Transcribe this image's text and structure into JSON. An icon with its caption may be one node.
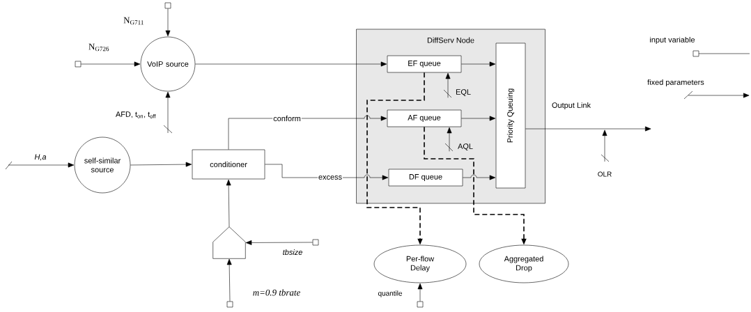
{
  "diagram": {
    "nodes": [
      {
        "text": [
          "VoIP source"
        ]
      },
      {
        "text": [
          "DiffServ Node"
        ]
      },
      {
        "text": [
          "EF queue"
        ],
        "in": 1
      },
      {
        "text": [
          "AF queue"
        ],
        "in": 1
      },
      {
        "text": [
          "DF queue"
        ],
        "in": 1
      },
      {
        "text": [
          "Priority Queuing"
        ],
        "in": 1
      },
      {
        "text": [
          "self-similar source"
        ]
      },
      {
        "text": [
          "conditioner"
        ]
      },
      {
        "text": [],
        "shape": "pentagon"
      },
      {
        "text": [
          "Per-flow Delay"
        ]
      },
      {
        "text": [
          "Aggregated Drop"
        ]
      },
      {
        "text": [],
        "shape": "box"
      },
      {
        "text": [],
        "shape": "box",
        "beside": [
          "N$_{G726}$"
        ]
      },
      {
        "text": [],
        "shape": "box",
        "beside": [
          "tbsize"
        ]
      },
      {
        "text": [],
        "shape": "box",
        "beside": [
          "m=0.9 tbrate"
        ]
      },
      {
        "text": [],
        "shape": "box"
      }
    ],
    "edges": [
      {
        "from": 11,
        "to": 0,
        "arrow": "to"
      },
      {
        "from": 12,
        "to": 0,
        "arrow": "to"
      },
      {
        "from": null,
        "to": 0,
        "arrow": "to",
        "label": "AFD, t$_{on}$, t$_{off}$"
      },
      {
        "from": 0,
        "to": 2,
        "arrow": "to"
      },
      {
        "from": null,
        "to": 6,
        "arrow": "to",
        "label": "H,a"
      },
      {
        "from": 6,
        "to": 7,
        "arrow": "to"
      },
      {
        "from": 7,
        "to": 3,
        "arrow": "to",
        "label": "conform"
      },
      {
        "from": 7,
        "to": 4,
        "arrow": "to",
        "label": "excess"
      },
      {
        "from": 8,
        "to": 7,
        "arrow": "to"
      },
      {
        "from": 13,
        "to": 8,
        "arrow": "to"
      },
      {
        "from": 14,
        "to": 8,
        "arrow": "to"
      },
      {
        "from": null,
        "to": 2,
        "arrow": "to",
        "label": "EQL"
      },
      {
        "from": null,
        "to": 3,
        "arrow": "to",
        "label": "AQL"
      },
      {
        "from": 2,
        "to": 5,
        "arrow": "to"
      },
      {
        "from": 3,
        "to": 5,
        "arrow": "to"
      },
      {
        "from": 4,
        "to": 5,
        "arrow": "to"
      },
      {
        "from": 5,
        "to": null,
        "arrow": "to",
        "label": "Output Link"
      },
      {
        "from": 2,
        "to": 9,
        "arrow": "to",
        "style": "dashed"
      },
      {
        "from": 3,
        "to": 10,
        "arrow": "to",
        "style": "dashed"
      },
      {
        "from": 15,
        "to": 9,
        "arrow": "to"
      }
    ],
    "labels": [
      "N$_{G711}$",
      "OLR",
      "quantile"
    ],
    "legend": [
      {
        "text": "input variable"
      },
      {
        "text": "fixed parameters"
      }
    ]
  }
}
